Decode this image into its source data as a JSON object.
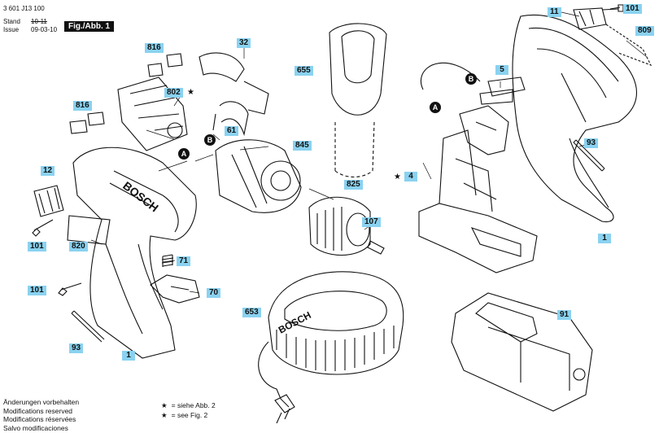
{
  "header": {
    "doc_number": "3 601 J13 100",
    "stand_label": "Stand",
    "stand_value": "10-11",
    "issue_label": "Issue",
    "issue_value": "09-03-10",
    "figure_badge": "Fig./Abb. 1"
  },
  "callouts": {
    "c11": "11",
    "c101_top": "101",
    "c809": "809",
    "c816_top": "816",
    "c32": "32",
    "c655": "655",
    "c5": "5",
    "c802": "802",
    "c816_mid": "816",
    "c61": "61",
    "c845": "845",
    "c93_right": "93",
    "c12": "12",
    "c4": "4",
    "c825": "825",
    "c107": "107",
    "c1_right": "1",
    "c101_left": "101",
    "c820": "820",
    "c71": "71",
    "c101_mid": "101",
    "c70": "70",
    "c653": "653",
    "c91": "91",
    "c93_bottom": "93",
    "c1_bottom": "1"
  },
  "letters": {
    "a1": "A",
    "b1": "B",
    "a2": "A",
    "b2": "B"
  },
  "logos": {
    "drill_logo": "BOSCH",
    "charger_logo": "BOSCH"
  },
  "footer": {
    "lines": [
      "Änderungen vorbehalten",
      "Modifications reserved",
      "Modifications réservées",
      "Salvo modificaciones"
    ]
  },
  "notes": {
    "star_de": "= siehe Abb. 2",
    "star_en": "= see Fig. 2"
  }
}
